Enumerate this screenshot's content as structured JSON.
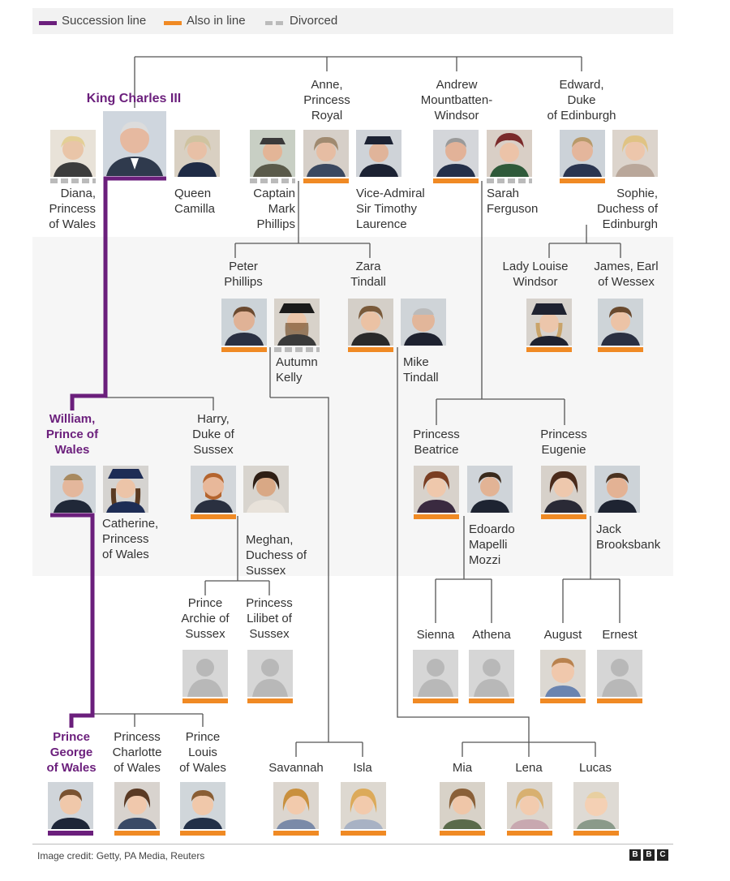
{
  "legend": {
    "succession": "Succession line",
    "also": "Also in line",
    "divorced": "Divorced"
  },
  "colors": {
    "succession": "#6b1f7c",
    "also": "#f08a24",
    "divorced": "#bbbbbb",
    "connector": "#555555",
    "placeholder": "#d6d6d6"
  },
  "people": {
    "charles": "King Charles III",
    "diana": "Diana,\nPrincess\nof Wales",
    "camilla": "Queen\nCamilla",
    "anne": "Anne,\nPrincess\nRoyal",
    "mark": "Captain\nMark\nPhillips",
    "timothy": "Vice-Admiral\nSir Timothy\nLaurence",
    "andrew": "Andrew\nMountbatten-\nWindsor",
    "sarah": "Sarah\nFerguson",
    "edward": "Edward,\nDuke\nof Edinburgh",
    "sophie": "Sophie,\nDuchess of\nEdinburgh",
    "peter": "Peter\nPhillips",
    "autumn": "Autumn\nKelly",
    "zara": "Zara\nTindall",
    "mike": "Mike\nTindall",
    "louise": "Lady Louise\nWindsor",
    "james": "James, Earl\nof Wessex",
    "william": "William,\nPrince of\nWales",
    "catherine": "Catherine,\nPrincess\nof Wales",
    "harry": "Harry,\nDuke of\nSussex",
    "meghan": "Meghan,\nDuchess of\nSussex",
    "beatrice": "Princess\nBeatrice",
    "edoardo": "Edoardo\nMapelli\nMozzi",
    "eugenie": "Princess\nEugenie",
    "jack": "Jack\nBrooksbank",
    "archie": "Prince\nArchie of\nSussex",
    "lilibet": "Princess\nLilibet of\nSussex",
    "sienna": "Sienna",
    "athena": "Athena",
    "august": "August",
    "ernest": "Ernest",
    "george": "Prince\nGeorge\nof Wales",
    "charlotte": "Princess\nCharlotte\nof Wales",
    "louis": "Prince\nLouis\nof Wales",
    "savannah": "Savannah",
    "isla": "Isla",
    "mia": "Mia",
    "lena": "Lena",
    "lucas": "Lucas"
  },
  "credit": "Image credit: Getty, PA Media, Reuters",
  "logo": [
    "B",
    "B",
    "C"
  ]
}
